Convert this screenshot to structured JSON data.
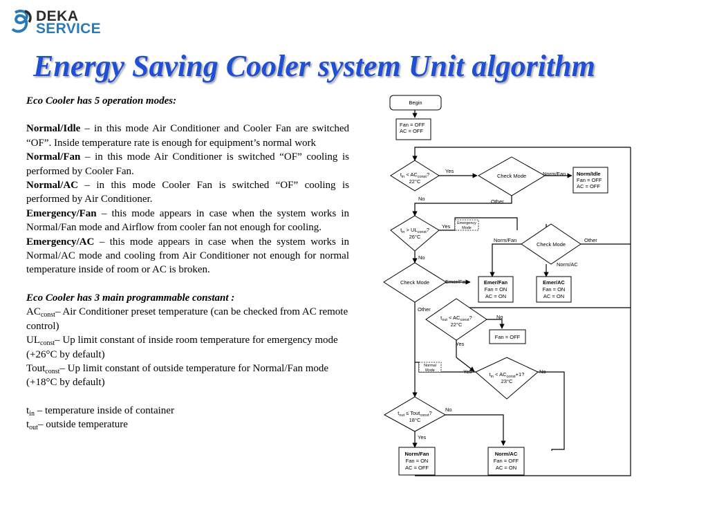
{
  "logo": {
    "line1": "DEKA",
    "line2": "SERVICE"
  },
  "title": "Energy Saving Cooler system Unit algorithm",
  "modes": {
    "heading": "Eco Cooler has 5 operation modes:",
    "items": [
      {
        "name": "Normal/Idle",
        "desc": " – in this mode Air Conditioner and Cooler Fan are switched “OF”. Inside temperature rate is enough for equipment’s normal work"
      },
      {
        "name": "Normal/Fan",
        "desc": " – in this mode Air Conditioner is switched “OF” cooling is performed by Cooler Fan."
      },
      {
        "name": "Normal/AC",
        "desc": " – in this mode Cooler Fan is switched “OF” cooling is performed by Air Conditioner."
      },
      {
        "name": "Emergency/Fan",
        "desc": " – this mode appears in case when the system works in Normal/Fan mode and Airflow from cooler fan not enough for cooling."
      },
      {
        "name": "Emergency/AC",
        "desc": " – this mode appears in case when the system works in Normal/AC mode and cooling from Air Conditioner not enough for normal temperature inside of room or AC is broken."
      }
    ]
  },
  "constants": {
    "heading": "Eco Cooler has 3 main programmable constant :",
    "items": [
      {
        "base": "AC",
        "sub": "const",
        "desc": "– Air Conditioner preset temperature (can be checked from AC remote control)"
      },
      {
        "base": "UL",
        "sub": "const",
        "desc": "– Up limit constant of inside room temperature for emergency mode  (+26°C by default)"
      },
      {
        "base": " Tout",
        "sub": "const",
        "desc": "– Up limit constant of outside temperature for Normal/Fan mode  (+18°C by default)"
      }
    ]
  },
  "variables": [
    {
      "base": "t",
      "sub": "in",
      "desc": "  – temperature inside of container"
    },
    {
      "base": "t",
      "sub": "out",
      "desc": "– outside temperature"
    }
  ],
  "flowchart": {
    "begin": "Begin",
    "init": [
      "Fan = OFF",
      "AC = OFF"
    ],
    "d1": {
      "l1a": "t",
      "l1s": "in",
      "l1b": " < AC",
      "l1s2": "const",
      "l1c": "?",
      "l2": "22°C"
    },
    "d2": {
      "l1a": "t",
      "l1s": "in",
      "l1b": " > UL",
      "l1s2": "const",
      "l1c": "?",
      "l2": "26°C"
    },
    "d3": {
      "l1a": "t",
      "l1s": "out",
      "l1b": " < AC",
      "l1s2": "const",
      "l1c": "?",
      "l2": "22°C"
    },
    "d4": {
      "l1a": "t",
      "l1s": "in",
      "l1b": " < AC",
      "l1s2": "const",
      "l1c": "+1?",
      "l2": "23°C"
    },
    "d5": {
      "l1a": "t",
      "l1s": "out",
      "l1b": " ≤ Tout",
      "l1s2": "const",
      "l1c": "?",
      "l2": "18°C"
    },
    "check_mode": "Check Mode",
    "norm_idle": [
      "Norm/Idle",
      "Fan = OFF",
      "AC = OFF"
    ],
    "emer_fan": [
      "Emer/Fan",
      "Fan = ON",
      "AC = ON"
    ],
    "emer_ac": [
      "Emer/AC",
      "Fan = ON",
      "AC = ON"
    ],
    "fan_off": "Fan = OFF",
    "norm_fan": [
      "Norm/Fan",
      "Fan = ON",
      "AC = OFF"
    ],
    "norm_ac": [
      "Norm/AC",
      "Fan = OFF",
      "AC = ON"
    ],
    "emergency_mode": [
      "Emergency",
      "Mode"
    ],
    "normal_mode": [
      "Normal",
      "Mode"
    ],
    "labels": {
      "yes": "Yes",
      "no": "No",
      "other": "Other",
      "norm_fan": "Norm/Fan",
      "norm_ac": "Norm/AC",
      "emer_fan": "Emer/Fan"
    }
  }
}
